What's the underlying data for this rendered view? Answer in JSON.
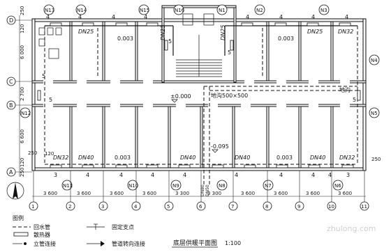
{
  "plan": {
    "title": "底层供暖平面图",
    "scale": "1:100"
  },
  "axes": {
    "columns": [
      "1",
      "2",
      "3",
      "4",
      "5",
      "6",
      "7",
      "8",
      "9",
      "10",
      "11"
    ],
    "rows": [
      "A",
      "B",
      "C",
      "D"
    ],
    "col_spacings": [
      "3 600",
      "3 600",
      "3 600",
      "3 600",
      "3 300",
      "3 300",
      "3 600",
      "3 600",
      "3 600",
      "3 600"
    ],
    "row_dims": [
      "250",
      "120",
      "6 600",
      "2 700",
      "6 000",
      "120",
      "250"
    ]
  },
  "risers": {
    "top": [
      "N13",
      "N14",
      "N15",
      "N16",
      "N1",
      "N2",
      "N3"
    ],
    "bottom": [
      "N11",
      "N10",
      "N9",
      "N8",
      "N7",
      "N6"
    ],
    "left": "N12",
    "right_top": "N4",
    "right_mid": "N5"
  },
  "radiator_counts": {
    "top": [
      "4",
      "4",
      "4",
      "4",
      "5",
      "4",
      "4",
      "4",
      "4"
    ],
    "bottom": [
      "3",
      "4",
      "4",
      "4",
      "4",
      "4",
      "4",
      "4",
      "4",
      "3"
    ],
    "side": [
      "5",
      "5",
      "5",
      "5"
    ]
  },
  "pipe_labels": {
    "dn25_top_left": "DN25",
    "dn25_top_right": "DN25",
    "dn32_top_right": "DN32",
    "dn25_stair_left": "DN25",
    "dn25_stair_right": "DN25",
    "dn32_bottom_left": "DN32",
    "dn40_bottom_1": "DN40",
    "dn40_bottom_2": "DN40",
    "dn40_bottom_3": "DN40",
    "dn40_bottom_4": "DN40",
    "dn32_bottom_right": "DN32",
    "dn80": "DN80",
    "dn50": "DN50"
  },
  "slopes": {
    "top_left": "0.003",
    "top_right": "0.003",
    "bottom_left": "0.003",
    "bottom_right": "0.003"
  },
  "levels": {
    "ground": "±0.000",
    "low": "-0.095"
  },
  "trench": {
    "label": "地沟500×500",
    "short_label": "地沟"
  },
  "misc_dims": {
    "left_120": "120",
    "bottom_250": "250",
    "top_250": "250"
  },
  "legend": {
    "title": "图例",
    "items": [
      {
        "label": "回水管"
      },
      {
        "label": "固定支点"
      },
      {
        "label": "散热器"
      },
      {
        "label": "立管连接"
      },
      {
        "label": "管道转向连接"
      }
    ]
  },
  "watermark": "zhulong.com",
  "colors": {
    "ink": "#111111",
    "paper": "#ffffff",
    "wall_fill": "#f4f4f4"
  }
}
